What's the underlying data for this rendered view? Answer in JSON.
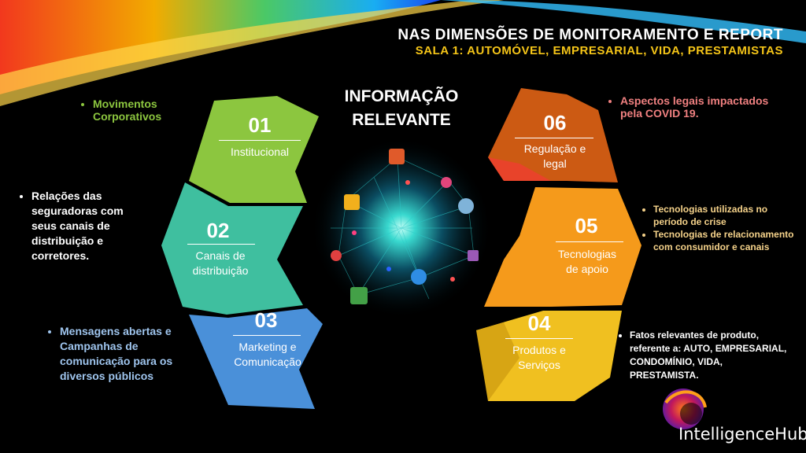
{
  "header": {
    "title": "NAS DIMENSÕES DE MONITORAMENTO E REPORT",
    "subtitle": "SALA 1: AUTOMÓVEL, EMPRESARIAL, VIDA, PRESTAMISTAS"
  },
  "center": {
    "title_line1": "INFORMAÇÃO",
    "title_line2": "RELEVANTE"
  },
  "segments": [
    {
      "number": "01",
      "label_line1": "Institucional",
      "label_line2": "",
      "color": "#8cc63f"
    },
    {
      "number": "02",
      "label_line1": "Canais de",
      "label_line2": "distribuição",
      "color": "#3fbf9f"
    },
    {
      "number": "03",
      "label_line1": "Marketing e",
      "label_line2": "Comunicação",
      "color": "#4a90d9"
    },
    {
      "number": "04",
      "label_line1": "Produtos e",
      "label_line2": "Serviços",
      "color": "#f0c020"
    },
    {
      "number": "05",
      "label_line1": "Tecnologias",
      "label_line2": "de apoio",
      "color": "#f59a1b"
    },
    {
      "number": "06",
      "label_line1": "Regulação e",
      "label_line2": "legal",
      "color": "#cc5a13"
    }
  ],
  "notes": {
    "n01": {
      "items": [
        "Movimentos Corporativos"
      ],
      "color": "#8cc63f"
    },
    "n02": {
      "items": [
        "Relações das seguradoras com seus canais de distribuição e corretores."
      ],
      "color": "#ffffff"
    },
    "n03": {
      "items": [
        "Mensagens abertas e Campanhas de comunicação para os diversos públicos"
      ],
      "color": "#9fc5ee"
    },
    "n04": {
      "items": [
        "Fatos relevantes de produto, referente a: AUTO, EMPRESARIAL, CONDOMÍNIO, VIDA, PRESTAMISTA."
      ],
      "color": "#ffffff"
    },
    "n05": {
      "items": [
        "Tecnologias utilizadas no período de crise",
        "Tecnologias de relacionamento com consumidor e canais"
      ],
      "color": "#f5d28a"
    },
    "n06": {
      "items": [
        "Aspectos legais impactados pela COVID 19."
      ],
      "color": "#f08080"
    }
  },
  "logo": {
    "text": "IntelligenceHub"
  }
}
